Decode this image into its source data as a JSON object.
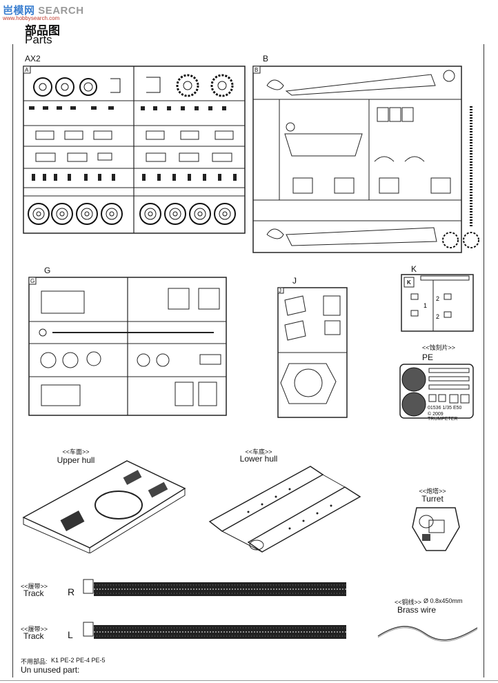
{
  "watermark": {
    "brand_cn": "岜模网",
    "brand_en": "SEARCH",
    "sub": "www.hobbysearch.com"
  },
  "header": {
    "title_cn": "部品图",
    "title_en": "Parts"
  },
  "sprues": {
    "ax2": {
      "label": "AX2",
      "tag": "A"
    },
    "b": {
      "label": "B",
      "tag": "B"
    },
    "g": {
      "label": "G",
      "tag": "G"
    },
    "j": {
      "label": "J",
      "tag": "J"
    },
    "k": {
      "label": "K",
      "tag": "K"
    }
  },
  "pe": {
    "cn": "<<蚀刻片>>",
    "label": "PE",
    "code": "01536  1/35  E50",
    "copyright": "© 2009  TRUMPETER"
  },
  "upper_hull": {
    "cn": "<<车面>>",
    "en": "Upper hull"
  },
  "lower_hull": {
    "cn": "<<车底>>",
    "en": "Lower hull"
  },
  "turret": {
    "cn": "<<炮塔>>",
    "en": "Turret"
  },
  "track_r": {
    "cn": "<<履带>>",
    "en": "Track",
    "side": "R"
  },
  "track_l": {
    "cn": "<<履带>>",
    "en": "Track",
    "side": "L"
  },
  "brass": {
    "cn": "<<铜线>>",
    "spec": "Ø 0.8x450mm",
    "en": "Brass wire"
  },
  "unused": {
    "cn": "不用部品:",
    "parts": "K1   PE-2   PE-4   PE-5",
    "en": "Un unused part:"
  }
}
